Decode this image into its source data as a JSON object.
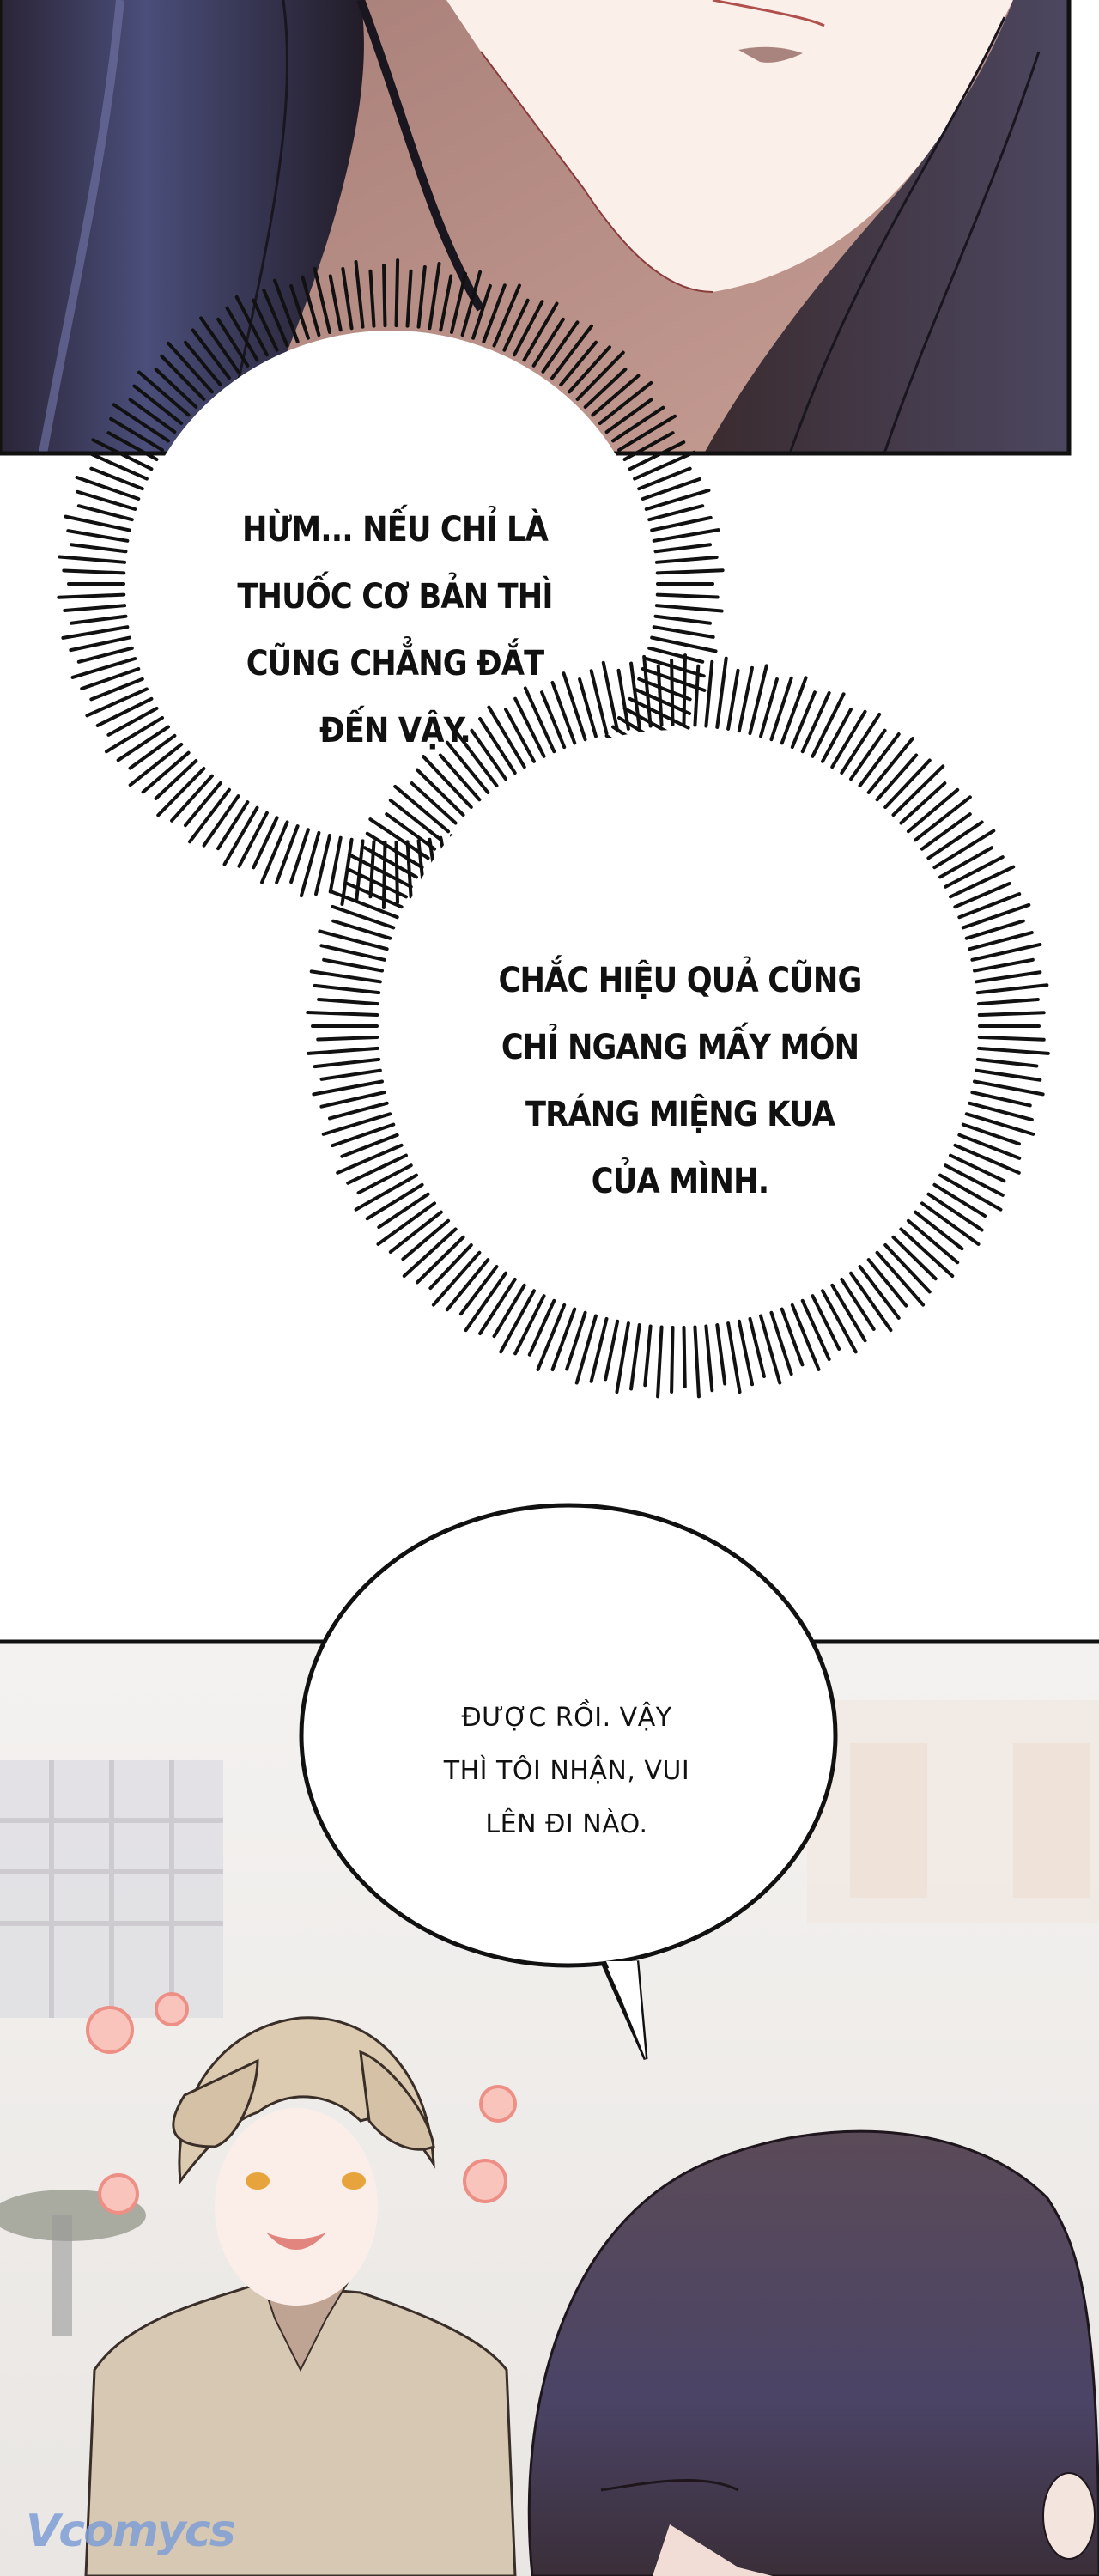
{
  "page": {
    "type": "webtoon-page",
    "background": "#ffffff",
    "panels": [
      {
        "id": "panel-top",
        "description": "close-up of dark-haired character's chin and neck",
        "border_color": "#111111",
        "colors": {
          "skin_light": "#fbefea",
          "skin_shadow": "#b88b84",
          "hair_dark": "#2c2535",
          "hair_blue": "#4d4f7a",
          "background": "#8c8c90"
        }
      },
      {
        "id": "panel-bottom",
        "description": "smiling blond boy with puppy ears and dark-haired character in foreground, cafe background",
        "border_color": "#111111",
        "colors": {
          "background": "#f3f1ef",
          "boy_hair": "#d8c6ac",
          "boy_shirt": "#d6c7b2",
          "girl_hair": "#4a3d4c",
          "flowers": "#f4a8a0"
        }
      }
    ]
  },
  "bubbles": {
    "thought_1": {
      "style": "burst",
      "lines": [
        "HỪM... NẾU CHỈ LÀ",
        "THUỐC CƠ BẢN THÌ",
        "CŨNG CHẲNG ĐẮT",
        "ĐẾN VẬY."
      ]
    },
    "thought_2": {
      "style": "burst",
      "lines": [
        "CHẮC HIỆU QUẢ CŨNG",
        "CHỈ NGANG MẤY MÓN",
        "TRÁNG MIỆNG KUA",
        "CỦA MÌNH."
      ]
    },
    "speech_1": {
      "style": "oval",
      "lines": [
        "ĐƯỢC RỒI. VẬY",
        "THÌ TÔI NHẬN, VUI",
        "LÊN ĐI NÀO."
      ]
    }
  },
  "watermark": {
    "text": "Vcomycs",
    "color": "#7f9fd6"
  }
}
